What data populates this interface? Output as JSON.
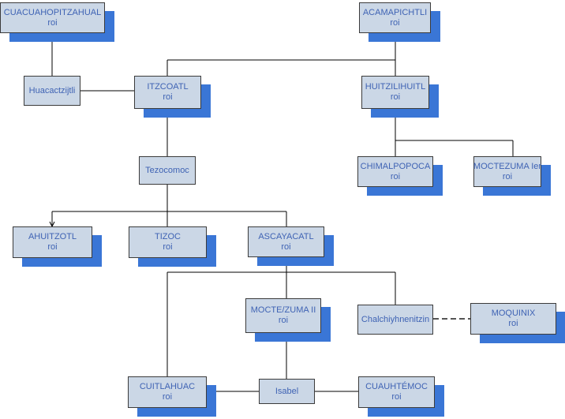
{
  "colors": {
    "node_fill": "#cbd7e6",
    "node_border": "#3b3b3b",
    "node_text": "#3f63b4",
    "shadow": "#3a76d6",
    "connector": "#000000"
  },
  "nodes": {
    "cuacuahopitzahual": {
      "name": "CUACUAHOPITZAHUAL",
      "title": "roi"
    },
    "acamapichtli": {
      "name": "ACAMAPICHTLI",
      "title": "roi"
    },
    "huacactzijtli": {
      "name": "Huacactzijtli"
    },
    "itzcoatl": {
      "name": "ITZCOATL",
      "title": "roi"
    },
    "huitzilihuitl": {
      "name": "HUITZILIHUITL",
      "title": "roi"
    },
    "tezocomoc": {
      "name": "Tezocomoc"
    },
    "chimalpopoca": {
      "name": "CHIMALPOPOCA",
      "title": "roi"
    },
    "moctezuma1": {
      "name": "MOCTEZUMA Ier",
      "title": "roi"
    },
    "ahuitzotl": {
      "name": "AHUITZOTL",
      "title": "roi"
    },
    "tizoc": {
      "name": "TIZOC",
      "title": "roi"
    },
    "ascayacatl": {
      "name": "ASCAYACATL",
      "title": "roi"
    },
    "moctezuma2": {
      "name": "MOCTE/ZUMA II",
      "title": "roi"
    },
    "chalchiyhnenitzin": {
      "name": "Chalchiyhnenitzin"
    },
    "moquinix": {
      "name": "MOQUINIX",
      "title": "roi"
    },
    "cuitlahuac": {
      "name": "CUITLAHUAC",
      "title": "roi"
    },
    "isabel": {
      "name": "Isabel"
    },
    "cuauhtemoc": {
      "name": "CUAUHTÉMOC",
      "title": "roi"
    }
  }
}
